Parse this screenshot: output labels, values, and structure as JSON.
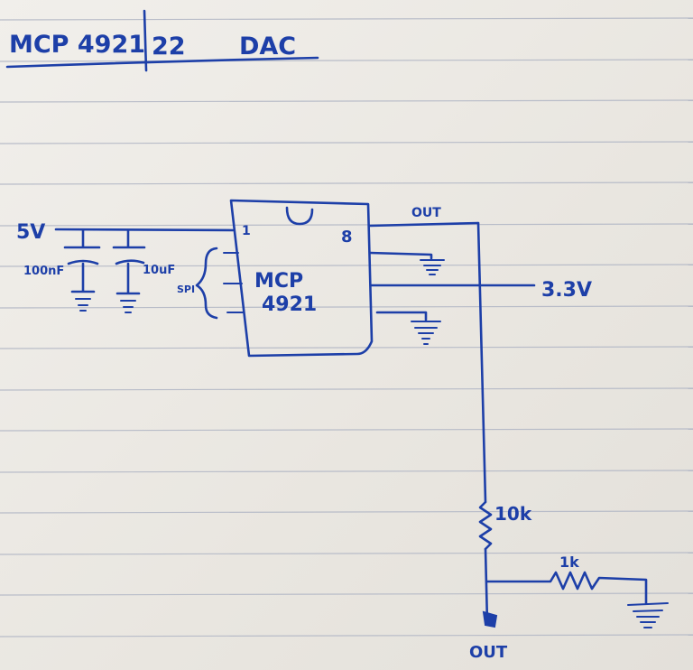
{
  "title": {
    "part": "MCP 4921",
    "variant": "22",
    "kind": "DAC"
  },
  "labels": {
    "supply_5v": "5V",
    "cap_100nf": "100nF",
    "cap_10uf": "10uF",
    "pin1": "1",
    "pin8": "8",
    "spi": "SPI",
    "chip_line1": "MCP",
    "chip_line2": "4921",
    "out_top": "OUT",
    "supply_3v3": "3.3V",
    "res_10k": "10k",
    "res_1k": "1k",
    "out_bottom": "OUT"
  },
  "colors": {
    "ink": "#1d3fa8",
    "paper": "#ece9e4",
    "rule_lines": "#b8bcc8"
  }
}
